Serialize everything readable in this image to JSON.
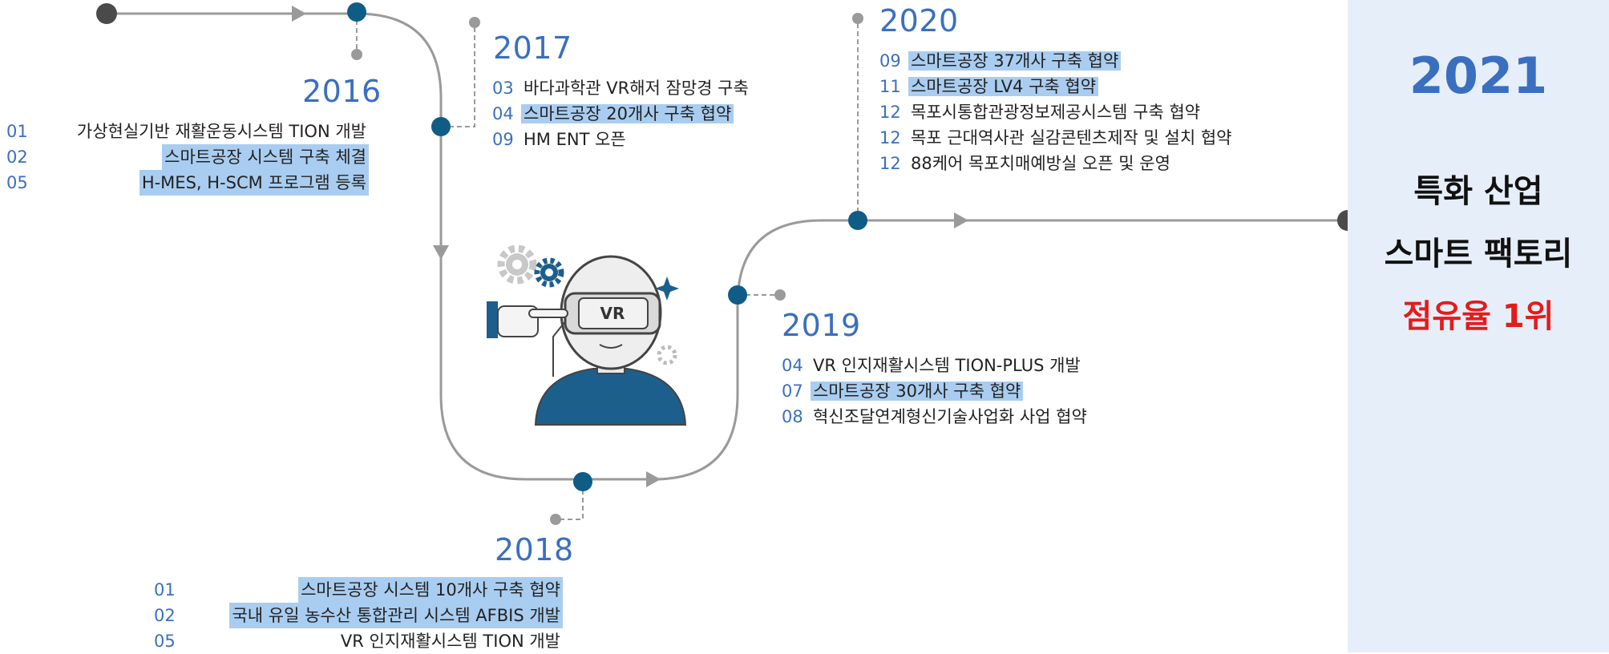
{
  "y2016": {
    "year": "2016",
    "events": [
      {
        "month": "01",
        "text": "가상현실기반 재활운동시스템 TION 개발",
        "highlight": false
      },
      {
        "month": "02",
        "text": "스마트공장 시스템 구축 체결",
        "highlight": true
      },
      {
        "month": "05",
        "text": "H-MES, H-SCM 프로그램 등록",
        "highlight": true
      }
    ]
  },
  "y2017": {
    "year": "2017",
    "events": [
      {
        "month": "03",
        "text": "바다과학관 VR해저 잠망경 구축",
        "highlight": false
      },
      {
        "month": "04",
        "text": "스마트공장 20개사 구축 협약",
        "highlight": true
      },
      {
        "month": "09",
        "text": "HM ENT 오픈",
        "highlight": false
      }
    ]
  },
  "y2018": {
    "year": "2018",
    "events": [
      {
        "month": "01",
        "text": "스마트공장 시스템 10개사 구축 협약",
        "highlight": true
      },
      {
        "month": "02",
        "text": "국내 유일 농수산 통합관리 시스템 AFBIS 개발",
        "highlight": true
      },
      {
        "month": "05",
        "text": "VR 인지재활시스템 TION 개발",
        "highlight": false
      }
    ]
  },
  "y2019": {
    "year": "2019",
    "events": [
      {
        "month": "04",
        "text": "VR 인지재활시스템 TION-PLUS 개발",
        "highlight": false
      },
      {
        "month": "07",
        "text": "스마트공장 30개사 구축 협약",
        "highlight": true
      },
      {
        "month": "08",
        "text": "혁신조달연계형신기술사업화 사업 협약",
        "highlight": false
      }
    ]
  },
  "y2020": {
    "year": "2020",
    "events": [
      {
        "month": "09",
        "text": "스마트공장 37개사 구축 협약",
        "highlight": true
      },
      {
        "month": "11",
        "text": "스마트공장 LV4 구축 협약",
        "highlight": true
      },
      {
        "month": "12",
        "text": "목포시통합관광정보제공시스템 구축 협약",
        "highlight": false
      },
      {
        "month": "12",
        "text": "목포 근대역사관 실감콘텐츠제작 및 설치 협약",
        "highlight": false
      },
      {
        "month": "12",
        "text": "88케어 목포치매예방실 오픈 및 운영",
        "highlight": false
      }
    ]
  },
  "panel": {
    "year": "2021",
    "line1": "특화 산업",
    "line2": "스마트 팩토리",
    "line3": "점유율 1위"
  },
  "illustration": {
    "vr_label": "VR"
  },
  "colors": {
    "accent": "#3a6fc0",
    "node": "#0f5c86",
    "highlight": "#a9cdf0",
    "path": "#9a9a9a",
    "panel_bg": "#e6eff9",
    "panel_red": "#e51b1b"
  }
}
